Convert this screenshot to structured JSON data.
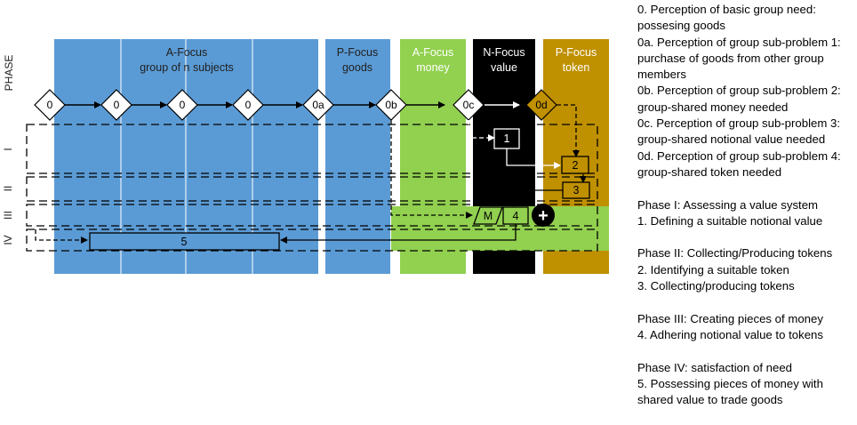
{
  "axis_label": "PHASE",
  "columns": [
    {
      "id": "a_focus_subjects",
      "line1": "A-Focus",
      "line2": "group of n subjects",
      "color": "#5b9bd5"
    },
    {
      "id": "p_focus_goods",
      "line1": "P-Focus",
      "line2": "goods",
      "color": "#5b9bd5"
    },
    {
      "id": "a_focus_money",
      "line1": "A-Focus",
      "line2": "money",
      "color": "#92d050"
    },
    {
      "id": "n_focus_value",
      "line1": "N-Focus",
      "line2": "value",
      "color": "#000000"
    },
    {
      "id": "p_focus_token",
      "line1": "P-Focus",
      "line2": "token",
      "color": "#bf9000"
    }
  ],
  "phases": [
    "I",
    "II",
    "III",
    "IV"
  ],
  "decisions": [
    "0",
    "0",
    "0",
    "0",
    "0a",
    "0b",
    "0c",
    "0d"
  ],
  "steps": [
    "1",
    "2",
    "3",
    "4",
    "5"
  ],
  "money_label": "M",
  "plus_symbol": "+",
  "legend": [
    [
      "0. Perception of basic group need:",
      "possesing goods",
      "0a. Perception of group sub-problem 1:",
      "purchase of goods from other group",
      "members",
      "0b. Perception of group sub-problem 2:",
      "group-shared money needed",
      "0c. Perception of group sub-problem 3:",
      "group-shared notional value needed",
      "0d. Perception of group sub-problem 4:",
      "group-shared token needed"
    ],
    [
      "Phase I: Assessing a value system",
      "1. Defining a suitable notional value"
    ],
    [
      "Phase II: Collecting/Producing tokens",
      "2. Identifying a suitable token",
      "3. Collecting/producing tokens"
    ],
    [
      "Phase III: Creating pieces of money",
      "4. Adhering notional value to tokens"
    ],
    [
      "Phase IV: satisfaction of need",
      "5. Possessing pieces of money with",
      "shared value to trade goods"
    ]
  ]
}
